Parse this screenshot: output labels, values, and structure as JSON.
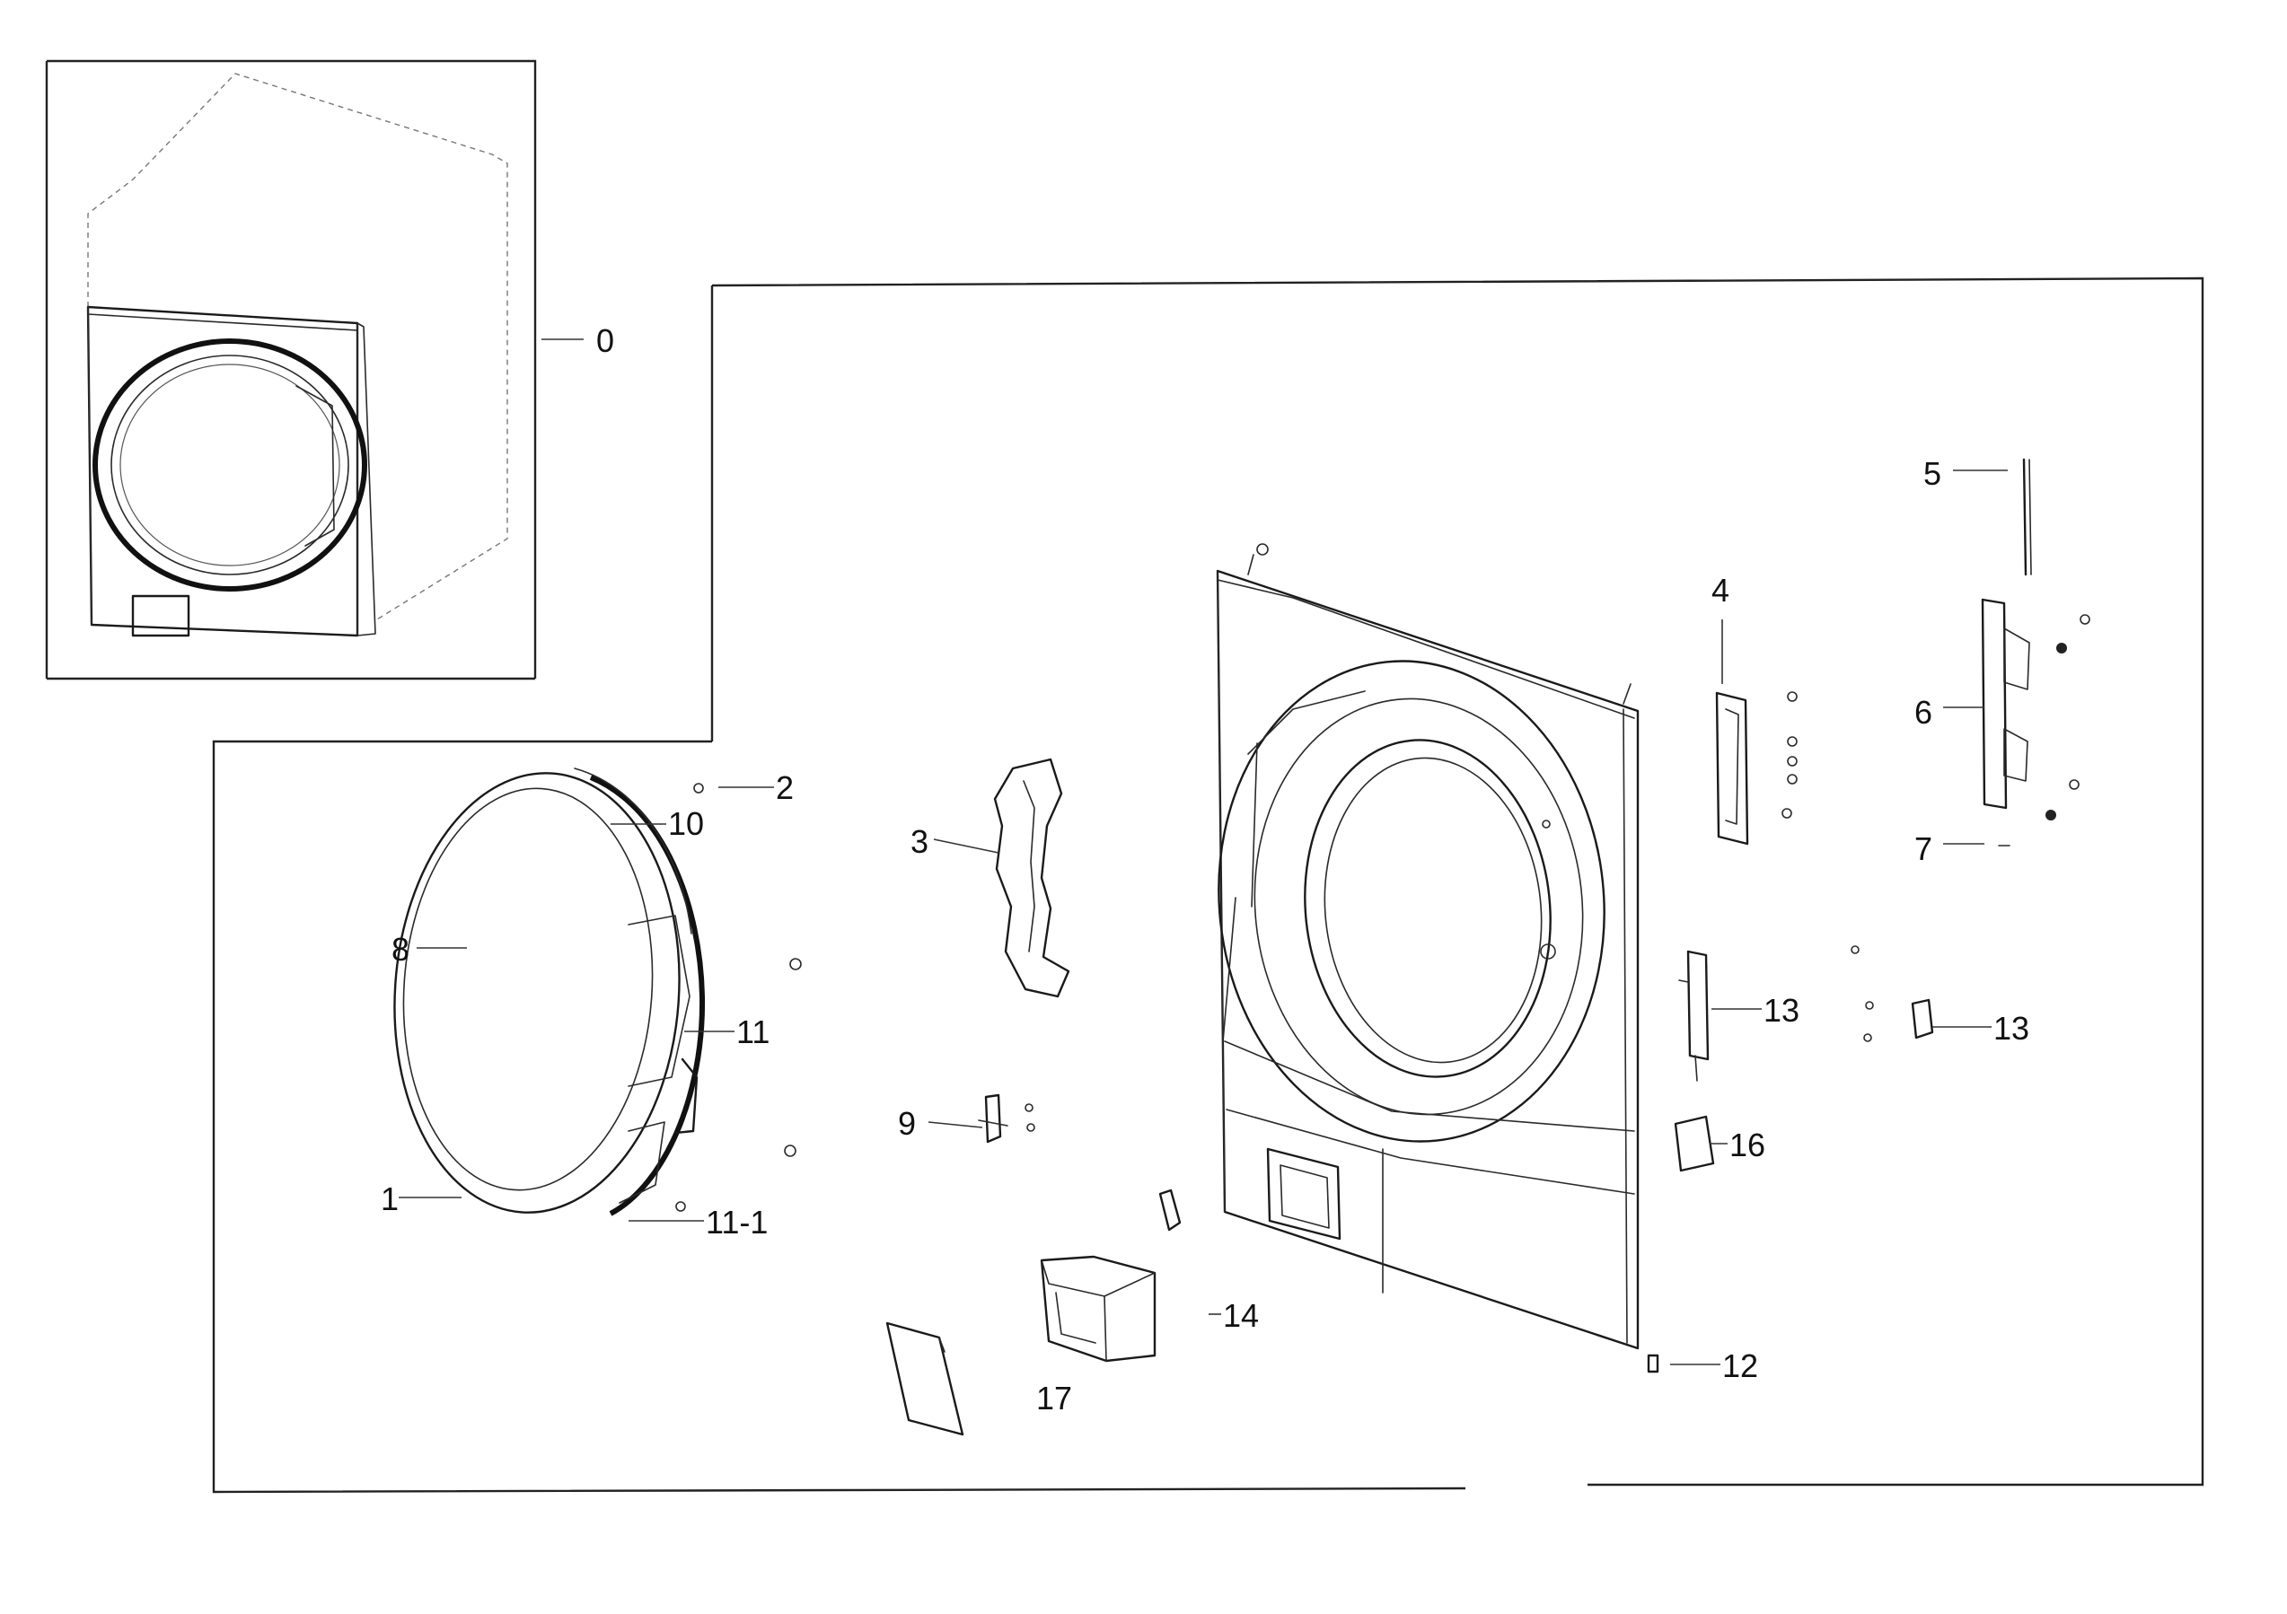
{
  "callouts": [
    {
      "id": "0",
      "text": "0"
    },
    {
      "id": "1",
      "text": "1"
    },
    {
      "id": "2",
      "text": "2"
    },
    {
      "id": "3",
      "text": "3"
    },
    {
      "id": "4",
      "text": "4"
    },
    {
      "id": "5",
      "text": "5"
    },
    {
      "id": "6",
      "text": "6"
    },
    {
      "id": "7",
      "text": "7"
    },
    {
      "id": "8",
      "text": "8"
    },
    {
      "id": "9",
      "text": "9"
    },
    {
      "id": "10",
      "text": "10"
    },
    {
      "id": "11",
      "text": "11"
    },
    {
      "id": "11-1",
      "text": "11-1"
    },
    {
      "id": "12",
      "text": "12"
    },
    {
      "id": "13a",
      "text": "13"
    },
    {
      "id": "13b",
      "text": "13"
    },
    {
      "id": "14",
      "text": "14"
    },
    {
      "id": "16",
      "text": "16"
    },
    {
      "id": "17",
      "text": "17"
    }
  ],
  "colors": {
    "line": "#1a1a1a",
    "background": "#ffffff"
  }
}
